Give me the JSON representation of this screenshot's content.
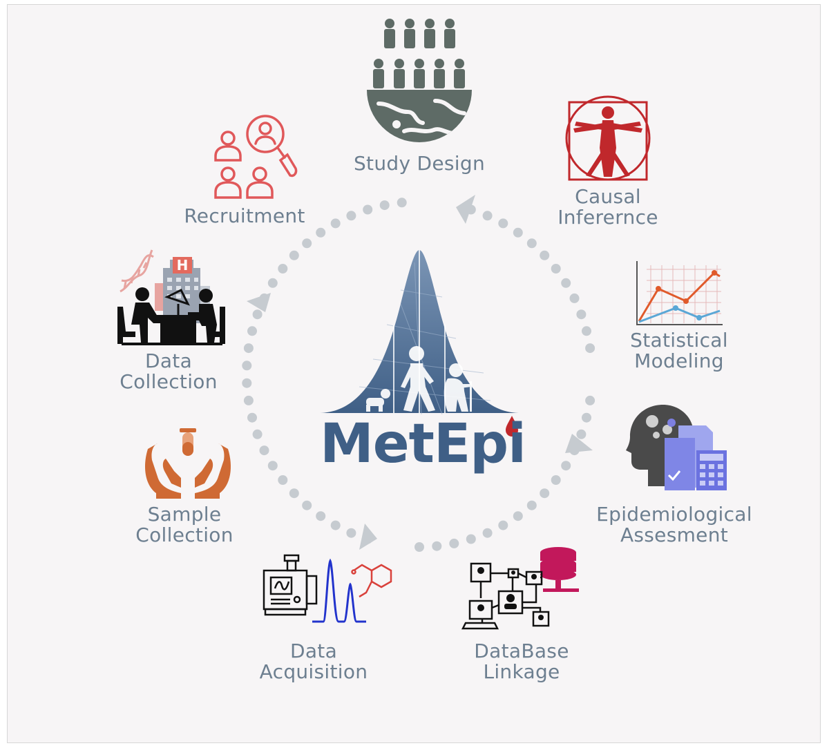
{
  "logo": {
    "name": "MetEpi"
  },
  "steps": [
    {
      "id": "study-design",
      "lines": [
        "Study Design"
      ]
    },
    {
      "id": "causal-inference",
      "lines": [
        "Causal",
        "Inferernce"
      ]
    },
    {
      "id": "statistical-modeling",
      "lines": [
        "Statistical",
        "Modeling"
      ]
    },
    {
      "id": "epidemiological-assessment",
      "lines": [
        "Epidemiological",
        "Assesment"
      ]
    },
    {
      "id": "database-linkage",
      "lines": [
        "DataBase",
        "Linkage"
      ]
    },
    {
      "id": "data-acquisition",
      "lines": [
        "Data",
        "Acquisition"
      ]
    },
    {
      "id": "sample-collection",
      "lines": [
        "Sample",
        "Collection"
      ]
    },
    {
      "id": "data-collection",
      "lines": [
        "Data",
        "Collection"
      ]
    },
    {
      "id": "recruitment",
      "lines": [
        "Recruitment"
      ]
    }
  ],
  "colors": {
    "label": "#6d7f90",
    "cycle_dots": "#c6cbd0",
    "study_design": "#5e6b66",
    "causal_inference": "#c0282c",
    "recruitment": "#e0585a",
    "sample_collection": "#cf6a34",
    "database": "#c2185b",
    "chromatogram": "#2233cc",
    "molecule": "#d9413b",
    "logo_text": "#3f5f86",
    "logo_drop": "#c0282c"
  },
  "icons": {
    "study_design": "population-sampling-icon",
    "causal_inference": "vitruvian-man-icon",
    "statistical_modeling": "line-chart-icon",
    "epidemiological_assessment": "head-gears-report-icon",
    "database_linkage": "network-database-icon",
    "data_acquisition": "mass-spectrometer-icon",
    "sample_collection": "hands-test-tube-icon",
    "data_collection": "interview-hospital-dna-icon",
    "recruitment": "people-search-icon"
  }
}
